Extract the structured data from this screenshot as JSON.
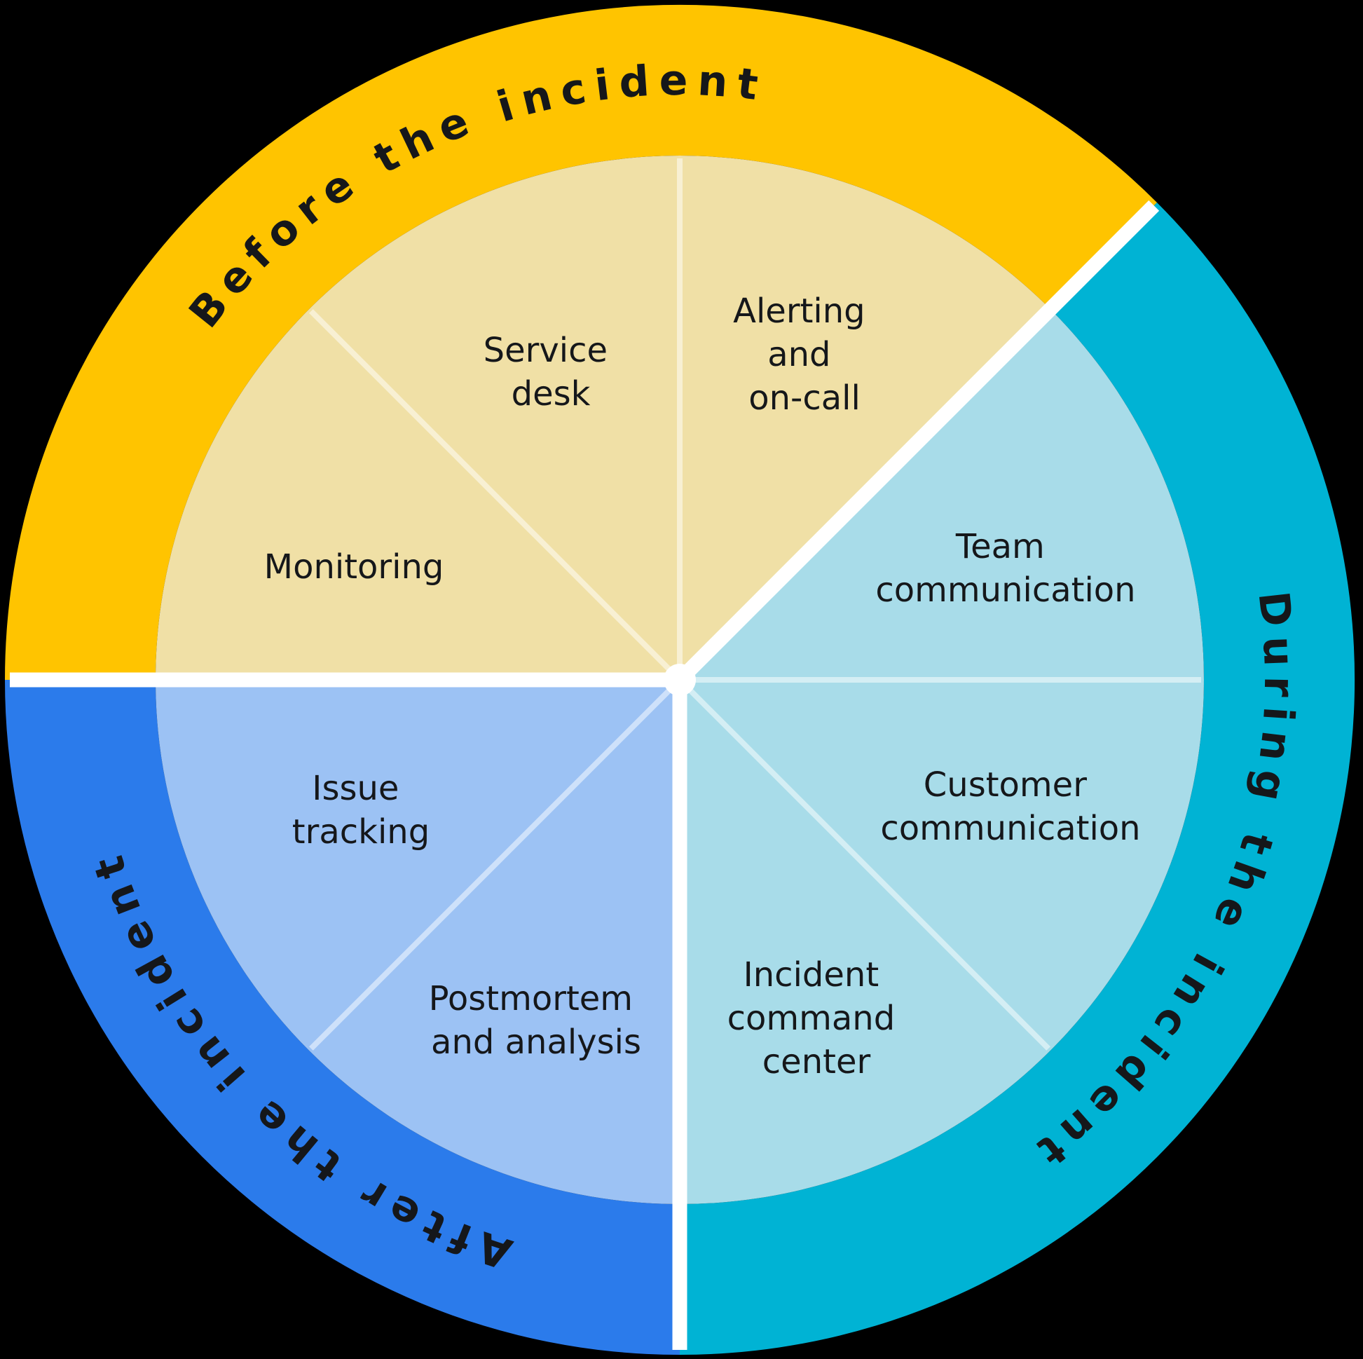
{
  "colors": {
    "background": "#000000",
    "divider": "#ffffff",
    "thin_divider": "rgba(255,255,255,0.5)",
    "text": "#15171a",
    "before_ring": "#FFC400",
    "before_fill": "#F0E0A6",
    "during_ring": "#00B3D4",
    "during_fill": "#A8DCE9",
    "after_ring": "#2B7BEB",
    "after_fill": "#9CC2F4"
  },
  "rings": [
    {
      "id": "before",
      "label": "Before the incident"
    },
    {
      "id": "during",
      "label": "During the incident"
    },
    {
      "id": "after",
      "label": "After the incident"
    }
  ],
  "wedges": [
    {
      "section": "before",
      "lines": [
        "Monitoring"
      ]
    },
    {
      "section": "before",
      "lines": [
        "Service",
        "desk"
      ]
    },
    {
      "section": "before",
      "lines": [
        "Alerting",
        "and",
        "on-call"
      ]
    },
    {
      "section": "during",
      "lines": [
        "Team",
        "communication"
      ]
    },
    {
      "section": "during",
      "lines": [
        "Customer",
        "communication"
      ]
    },
    {
      "section": "during",
      "lines": [
        "Incident",
        "command",
        "center"
      ]
    },
    {
      "section": "after",
      "lines": [
        "Issue",
        "tracking"
      ]
    },
    {
      "section": "after",
      "lines": [
        "Postmortem",
        "and analysis"
      ]
    }
  ]
}
